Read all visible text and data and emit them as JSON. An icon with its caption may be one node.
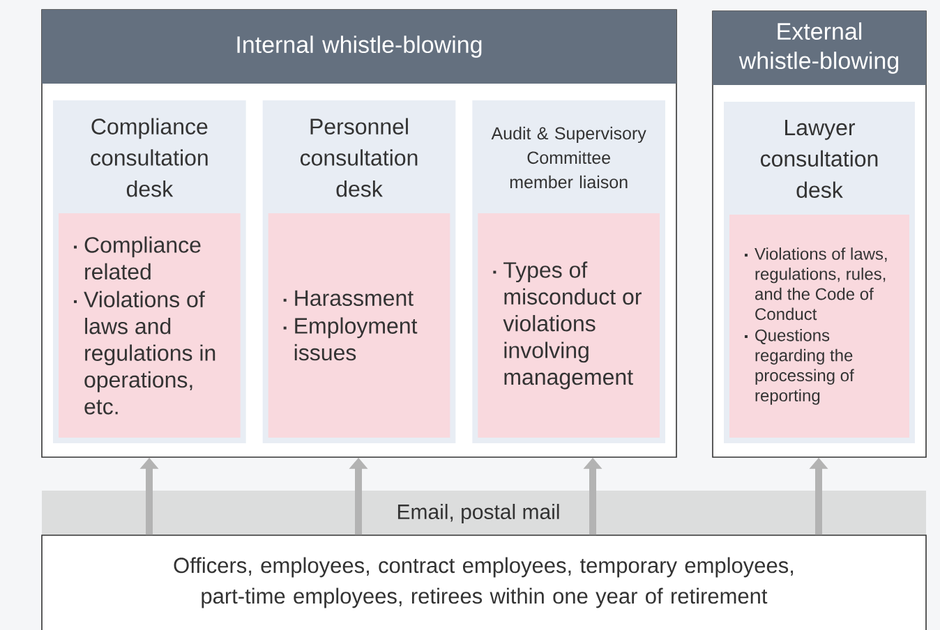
{
  "diagram": {
    "nodes": [
      {
        "text": [
          "Internal whistle-blowing"
        ]
      },
      {
        "text": [
          "Compliance consultation desk"
        ],
        "in": 0
      },
      {
        "text": [
          "Compliance related",
          "Violations of laws and regulations in operations, etc."
        ],
        "in": 1
      },
      {
        "text": [
          "Personnel consultation desk"
        ],
        "in": 0
      },
      {
        "text": [
          "Harassment",
          "Employment issues"
        ],
        "in": 3
      },
      {
        "text": [
          "Audit & Supervisory Committee member liaison"
        ],
        "in": 0
      },
      {
        "text": [
          "Types of misconduct or violations involving management"
        ],
        "in": 5
      },
      {
        "text": [
          "External whistle-blowing"
        ]
      },
      {
        "text": [
          "Lawyer consultation desk"
        ],
        "in": 7
      },
      {
        "text": [
          "Violations of laws, regulations, rules, and the Code of Conduct",
          "Questions regarding the processing of reporting"
        ],
        "in": 8
      },
      {
        "text": [
          "Officers, employees, contract employees, temporary employees, part-time employees, retirees within one year of retirement"
        ]
      }
    ],
    "edges": [
      {
        "from": 10,
        "to": 0,
        "arrow": "to"
      },
      {
        "from": 10,
        "to": 0,
        "arrow": "to"
      },
      {
        "from": 10,
        "to": 0,
        "arrow": "to"
      },
      {
        "from": 10,
        "to": 7,
        "arrow": "to"
      }
    ],
    "labels": [
      "Email, postal mail"
    ]
  }
}
